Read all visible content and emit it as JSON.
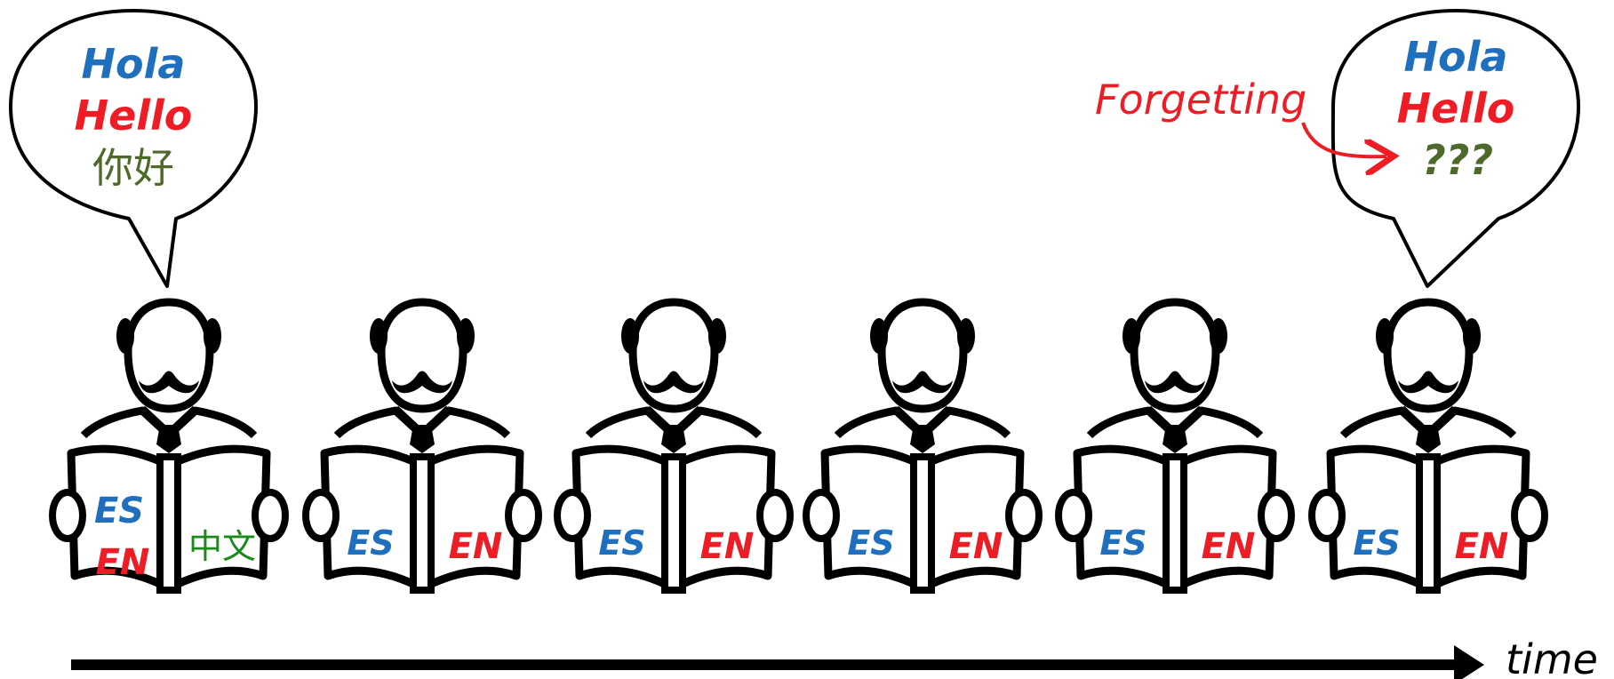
{
  "colors": {
    "blue": "#1f6fbf",
    "red": "#ee1c24",
    "olive": "#4e6a2a",
    "green": "#1a8a1a",
    "ink": "#000000"
  },
  "left_bubble": {
    "line1": "Hola",
    "line2": "Hello",
    "line3": "你好"
  },
  "right_bubble": {
    "line1": "Hola",
    "line2": "Hello",
    "line3": "???"
  },
  "forgetting_label": "Forgetting",
  "readers": [
    {
      "left_code": "ES",
      "left_code2": "EN",
      "right_code": "中文"
    },
    {
      "left_code": "ES",
      "right_code": "EN"
    },
    {
      "left_code": "ES",
      "right_code": "EN"
    },
    {
      "left_code": "ES",
      "right_code": "EN"
    },
    {
      "left_code": "ES",
      "right_code": "EN"
    },
    {
      "left_code": "ES",
      "right_code": "EN"
    }
  ],
  "time_label": "time",
  "icons": {
    "reader": "person-reading-book-icon",
    "arrow": "time-arrow-icon"
  }
}
